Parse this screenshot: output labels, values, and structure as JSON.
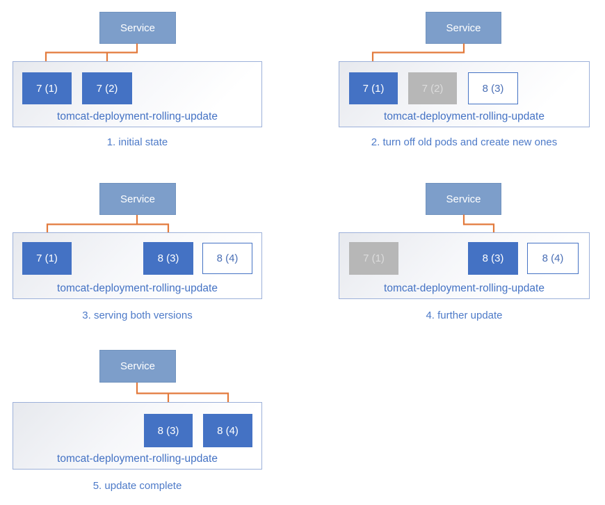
{
  "colors": {
    "accent_blue": "#4472c4",
    "service_blue": "#7d9eca",
    "inactive_gray": "#b7b7b7",
    "inactive_text": "#dcdcdc",
    "arrow_orange": "#e2793b",
    "caption_blue": "#4d7ac8",
    "container_border": "#9cb0d9"
  },
  "panels": [
    {
      "caption": "1. initial state",
      "service_label": "Service",
      "deployment_label": "tomcat-deployment-rolling-update",
      "pods": [
        {
          "label": "7 (1)",
          "state": "active"
        },
        {
          "label": "7 (2)",
          "state": "active"
        }
      ]
    },
    {
      "caption": "2. turn off old pods and create new ones",
      "service_label": "Service",
      "deployment_label": "tomcat-deployment-rolling-update",
      "pods": [
        {
          "label": "7 (1)",
          "state": "active"
        },
        {
          "label": "7 (2)",
          "state": "off"
        },
        {
          "label": "8 (3)",
          "state": "new"
        }
      ]
    },
    {
      "caption": "3. serving both versions",
      "service_label": "Service",
      "deployment_label": "tomcat-deployment-rolling-update",
      "pods": [
        {
          "label": "7 (1)",
          "state": "active"
        },
        {
          "label": "8 (3)",
          "state": "active"
        },
        {
          "label": "8 (4)",
          "state": "new"
        }
      ]
    },
    {
      "caption": "4. further update",
      "service_label": "Service",
      "deployment_label": "tomcat-deployment-rolling-update",
      "pods": [
        {
          "label": "7 (1)",
          "state": "off"
        },
        {
          "label": "8 (3)",
          "state": "active"
        },
        {
          "label": "8 (4)",
          "state": "new"
        }
      ]
    },
    {
      "caption": "5. update complete",
      "service_label": "Service",
      "deployment_label": "tomcat-deployment-rolling-update",
      "pods": [
        {
          "label": "8 (3)",
          "state": "active"
        },
        {
          "label": "8 (4)",
          "state": "active"
        }
      ]
    }
  ]
}
